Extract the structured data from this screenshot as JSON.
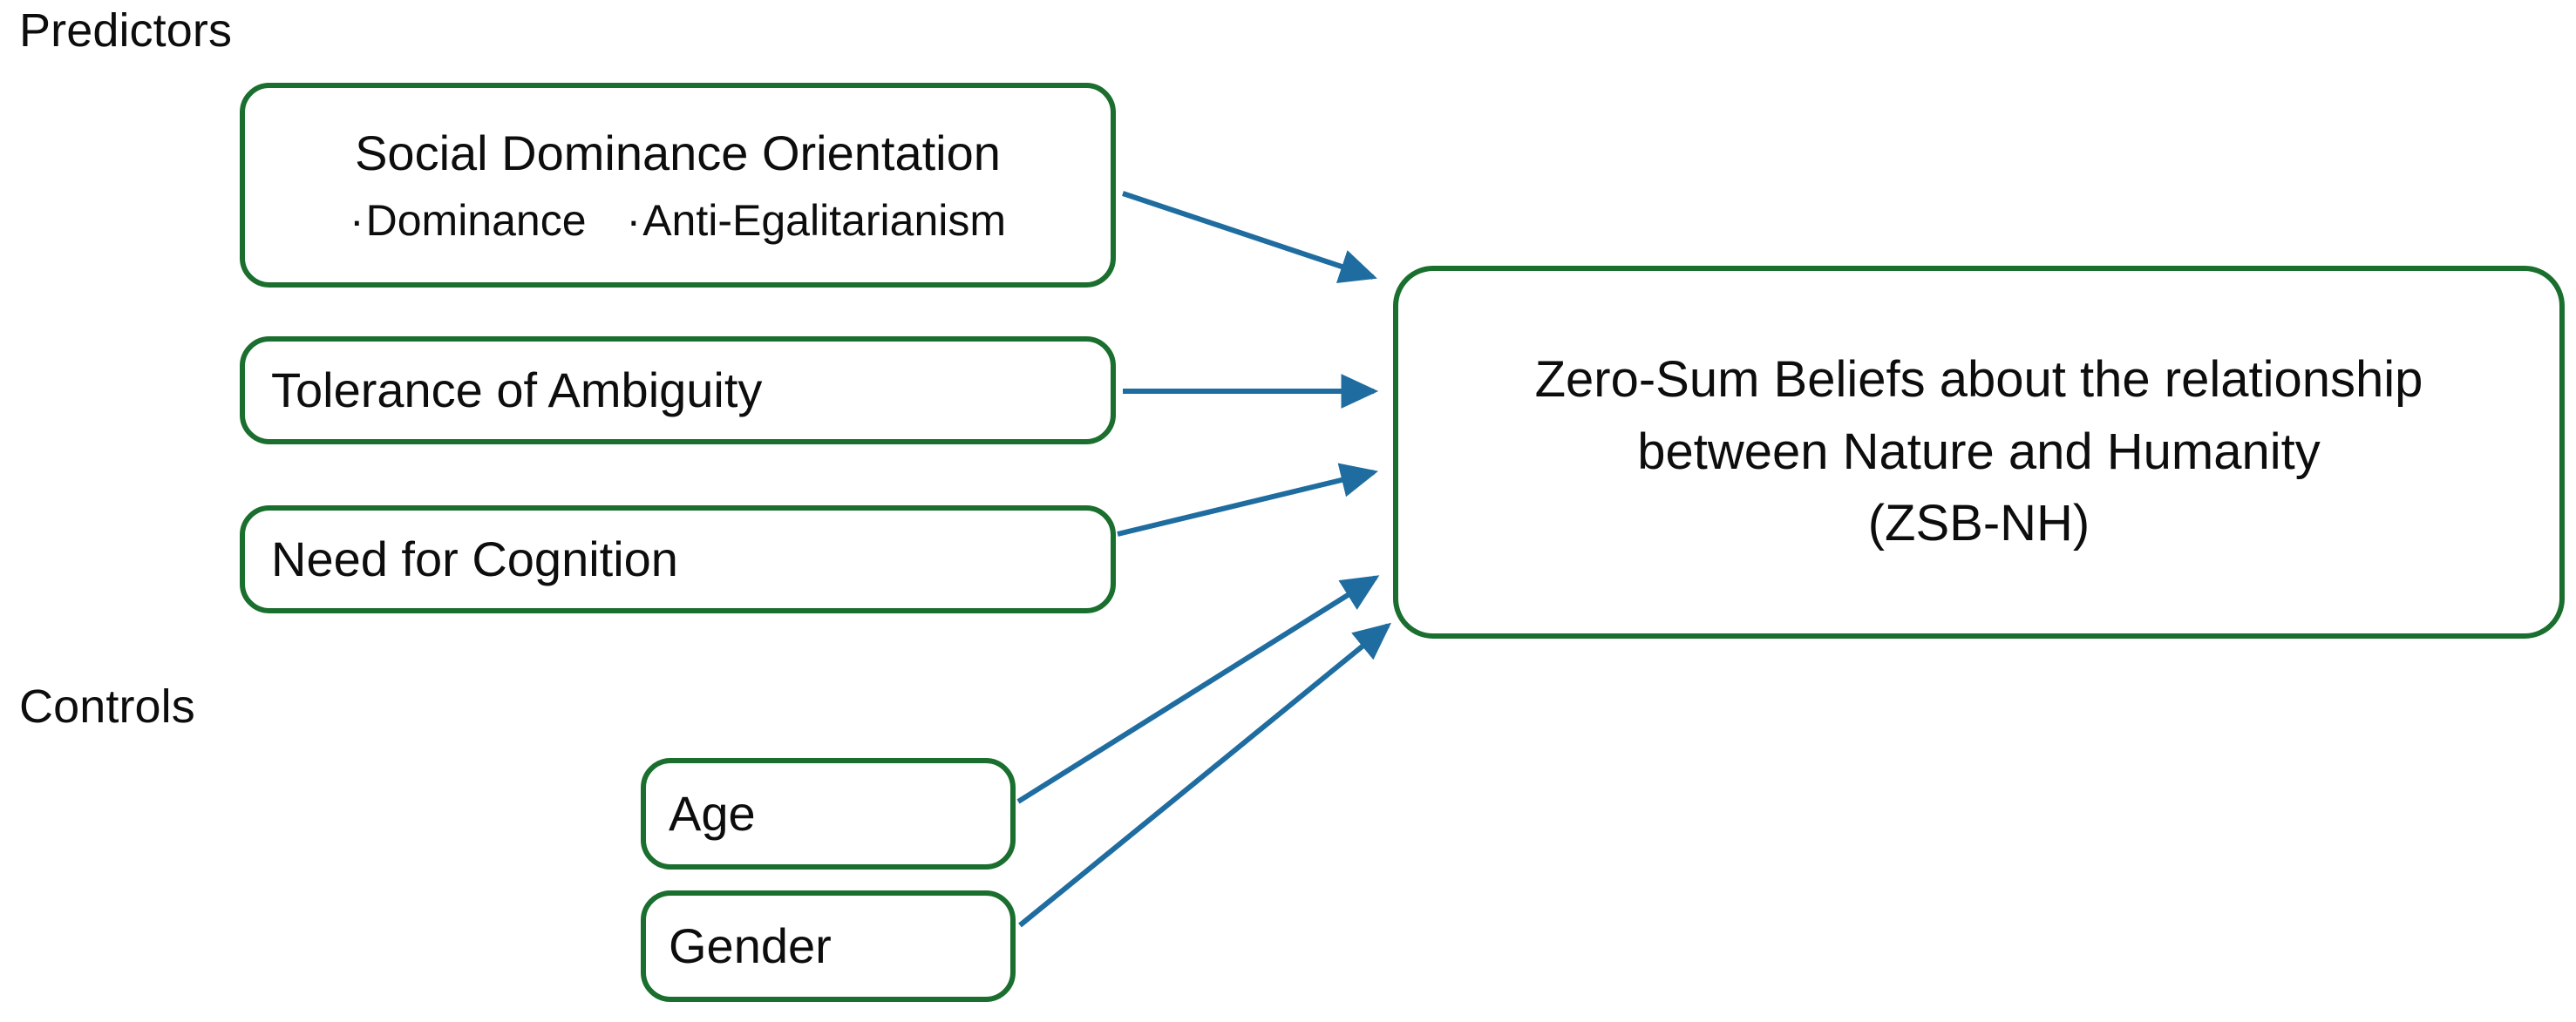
{
  "diagram": {
    "type": "conceptual-research-model",
    "background_color": "#ffffff",
    "box_border_color": "#1A6E2E",
    "arrow_color": "#1F6DA0",
    "text_color": "#0D0D0D",
    "sections": [
      {
        "id": "predictors",
        "label": "Predictors"
      },
      {
        "id": "controls",
        "label": "Controls"
      }
    ],
    "nodes": [
      {
        "id": "sdo",
        "section": "predictors",
        "title": "Social Dominance Orientation",
        "subitems": [
          "Dominance",
          "Anti-Egalitarianism"
        ],
        "bullet_glyph": "·"
      },
      {
        "id": "tolerance_of_ambiguity",
        "section": "predictors",
        "title": "Tolerance of Ambiguity",
        "subitems": []
      },
      {
        "id": "need_for_cognition",
        "section": "predictors",
        "title": "Need for Cognition",
        "subitems": []
      },
      {
        "id": "age",
        "section": "controls",
        "title": "Age",
        "subitems": []
      },
      {
        "id": "gender",
        "section": "controls",
        "title": "Gender",
        "subitems": []
      },
      {
        "id": "zsb_nh",
        "section": "outcome",
        "title": "Zero-Sum Beliefs about the relationship between Nature and Humanity (ZSB-NH)",
        "title_line_1": "Zero-Sum Beliefs about the relationship",
        "title_line_2": "between Nature and Humanity",
        "title_line_3": "(ZSB-NH)",
        "subitems": []
      }
    ],
    "edges": [
      {
        "id": "sdo-to-zsb",
        "from": "sdo",
        "to": "zsb_nh",
        "style": "solid-arrow"
      },
      {
        "id": "toa-to-zsb",
        "from": "tolerance_of_ambiguity",
        "to": "zsb_nh",
        "style": "solid-arrow"
      },
      {
        "id": "nfc-to-zsb",
        "from": "need_for_cognition",
        "to": "zsb_nh",
        "style": "solid-arrow"
      },
      {
        "id": "age-to-zsb",
        "from": "age",
        "to": "zsb_nh",
        "style": "solid-arrow"
      },
      {
        "id": "gender-to-zsb",
        "from": "gender",
        "to": "zsb_nh",
        "style": "solid-arrow"
      }
    ]
  }
}
